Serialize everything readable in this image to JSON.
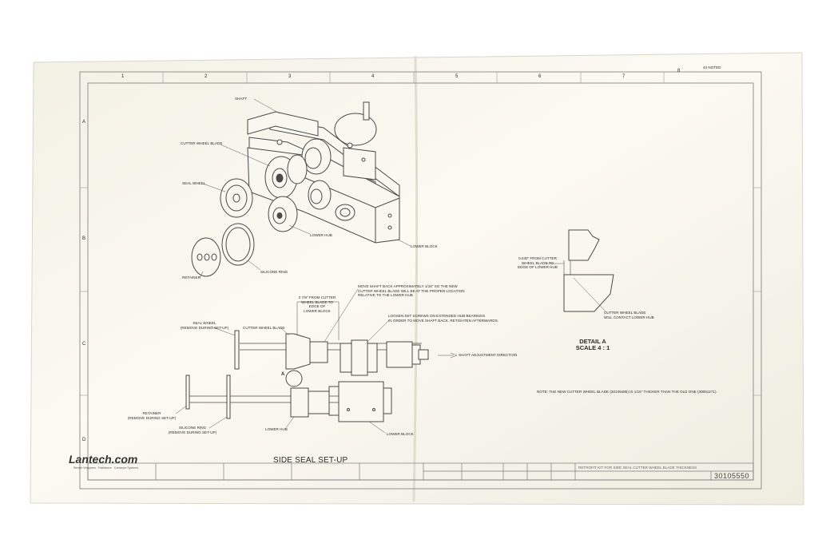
{
  "sheet": {
    "border_letters": [
      "A",
      "B",
      "C",
      "D"
    ],
    "border_numbers": [
      "1",
      "2",
      "3",
      "4",
      "5",
      "6",
      "7",
      "8"
    ],
    "corner_note": "43 NOTED"
  },
  "exploded_view": {
    "labels": {
      "shaft": "SHAFT",
      "cutter_wheel_blade": "CUTTER WHEEL BLADE",
      "seal_wheel": "SEAL WHEEL",
      "lower_hub": "LOWER HUB",
      "lower_block": "LOWER BLOCK",
      "silicone_ring": "SILICONE RING",
      "retainer": "RETAINER"
    }
  },
  "side_view": {
    "title": "SIDE SEAL SET-UP",
    "labels": {
      "dimension_note": [
        "2 7/8\" FROM CUTTER",
        "WHEEL BLADE TO",
        "EDGE OF",
        "LOWER BLOCK"
      ],
      "move_shaft_note": [
        "MOVE SHAFT BACK APPROXIMATELY 1/16\" SO THE NEW",
        "CUTTER WHEEL BLADE WILL BE AT THE PROPER LOCATION",
        "RELATIVE TO THE LOWER HUB"
      ],
      "loosen_note": [
        "LOOSEN SET SCREWS ON EXTENDED HUB BEARINGS",
        "IN ORDER TO MOVE SHAFT BACK. RETIGHTEN AFTERWARDS."
      ],
      "seal_wheel": [
        "SEAL WHEEL",
        "(REMOVE DURING SET-UP)"
      ],
      "cutter_wheel_blade": "CUTTER WHEEL BLADE",
      "shaft_adjustment": "SHAFT ADJUSTMENT DIRECTION",
      "detail_marker": "A",
      "retainer": [
        "RETAINER",
        "(REMOVE DURING SET-UP)"
      ],
      "silicone_ring": [
        "SILICONE RING",
        "(REMOVE DURING SET-UP)"
      ],
      "lower_hub": "LOWER HUB",
      "lower_block": "LOWER BLOCK"
    }
  },
  "detail_view": {
    "title": "DETAIL A",
    "scale": "SCALE 4 : 1",
    "note_top": [
      "0.030\" FROM CUTTER",
      "WHEEL BLADE TO",
      "EDGE OF LOWER HUB"
    ],
    "note_bottom": [
      "CUTTER WHEEL BLADE",
      "WILL CONTACT LOWER HUB"
    ]
  },
  "note": "NOTE:  THE NEW CUTTER WHEEL BLADE (30109485) IS 1/16\" THICKER THAN THE OLD ONE (30061271).",
  "title_block": {
    "logo": "Lantech.com",
    "tagline": "Stretch Wrappers · Palletizers · Conveyor Systems",
    "title": "RETROFIT KIT FOR SIDE SEAL CUTTER WHEEL BLADE THICKNESS",
    "doc_number": "30105550"
  },
  "colors": {
    "paper": "#f7f5eb",
    "line": "#4a4a4a",
    "background": "#ffffff"
  }
}
